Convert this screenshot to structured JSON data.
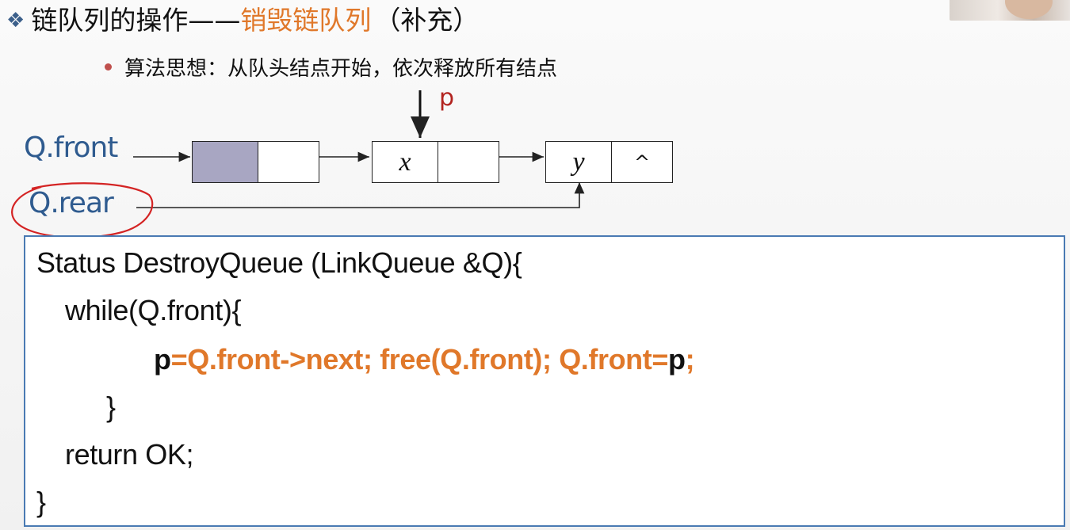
{
  "title": {
    "bullet": "❖",
    "main": "链队列的操作——",
    "accent": "销毁链队列",
    "suffix": "（补充）"
  },
  "subtitle": "算法思想：从队头结点开始，依次释放所有结点",
  "diagram": {
    "front_label": "Q.front",
    "rear_label": "Q.rear",
    "pointer_label": "p",
    "node_x": "x",
    "node_y": "y",
    "null_marker": "^"
  },
  "code": {
    "line1": "Status DestroyQueue (LinkQueue &Q){",
    "line2": "while(Q.front){",
    "line3_parts": [
      "p",
      "=Q.front->next;  free(Q.front);  Q.front=",
      "p",
      ";"
    ],
    "line4": "}",
    "line5": "return OK;",
    "line6": "}"
  },
  "colors": {
    "accent_orange": "#e0782a",
    "label_blue": "#2f5b8f",
    "pointer_red": "#b2231f",
    "annotation_red": "#d42424",
    "frame_blue": "#4a7ab3",
    "head_fill": "#a8a6c2"
  }
}
